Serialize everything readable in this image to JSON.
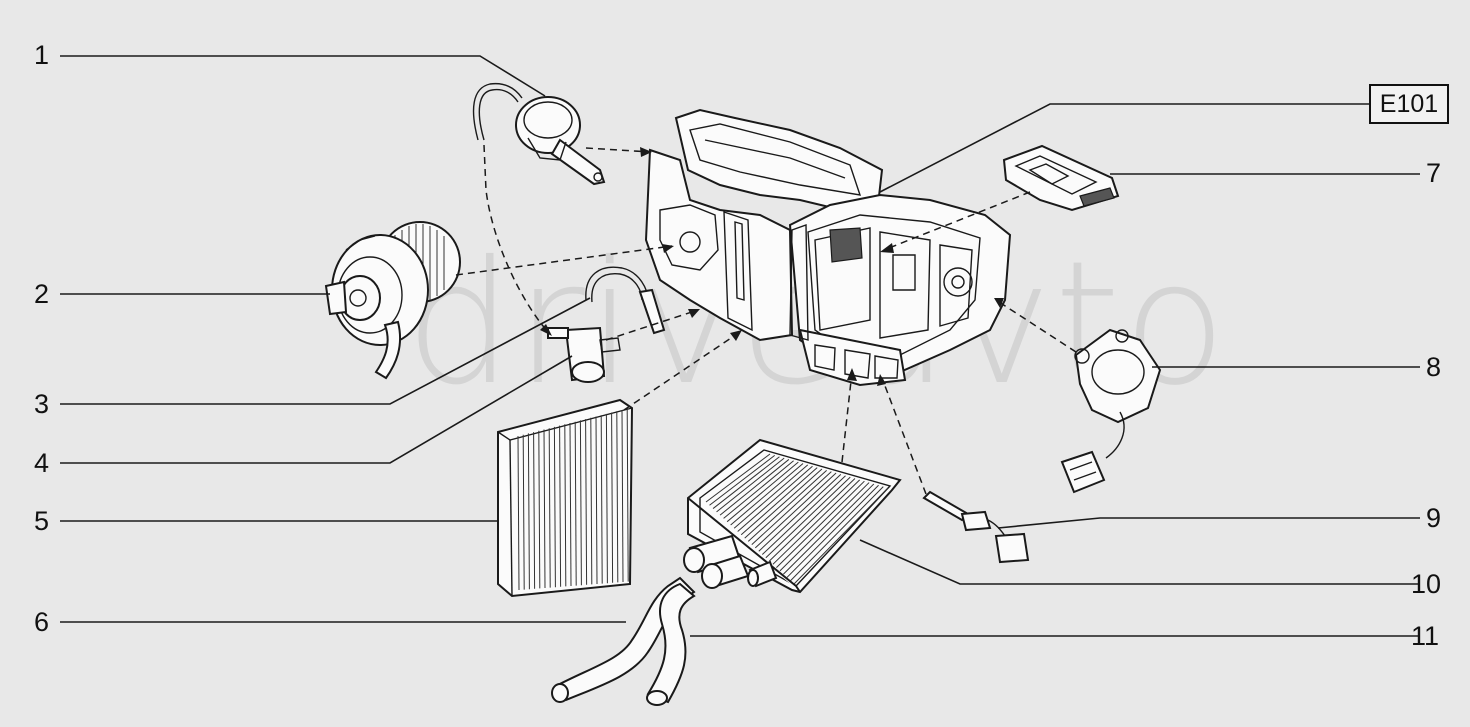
{
  "diagram": {
    "code": "E101",
    "watermark": "driveavto",
    "callouts": {
      "c1": "1",
      "c2": "2",
      "c3": "3",
      "c4": "4",
      "c5": "5",
      "c6": "6",
      "c7": "7",
      "c8": "8",
      "c9": "9",
      "c10": "10",
      "c11": "11"
    },
    "colors": {
      "background": "#e8e8e8",
      "ink": "#1a1a1a",
      "part_fill": "#fbfbfb"
    }
  }
}
